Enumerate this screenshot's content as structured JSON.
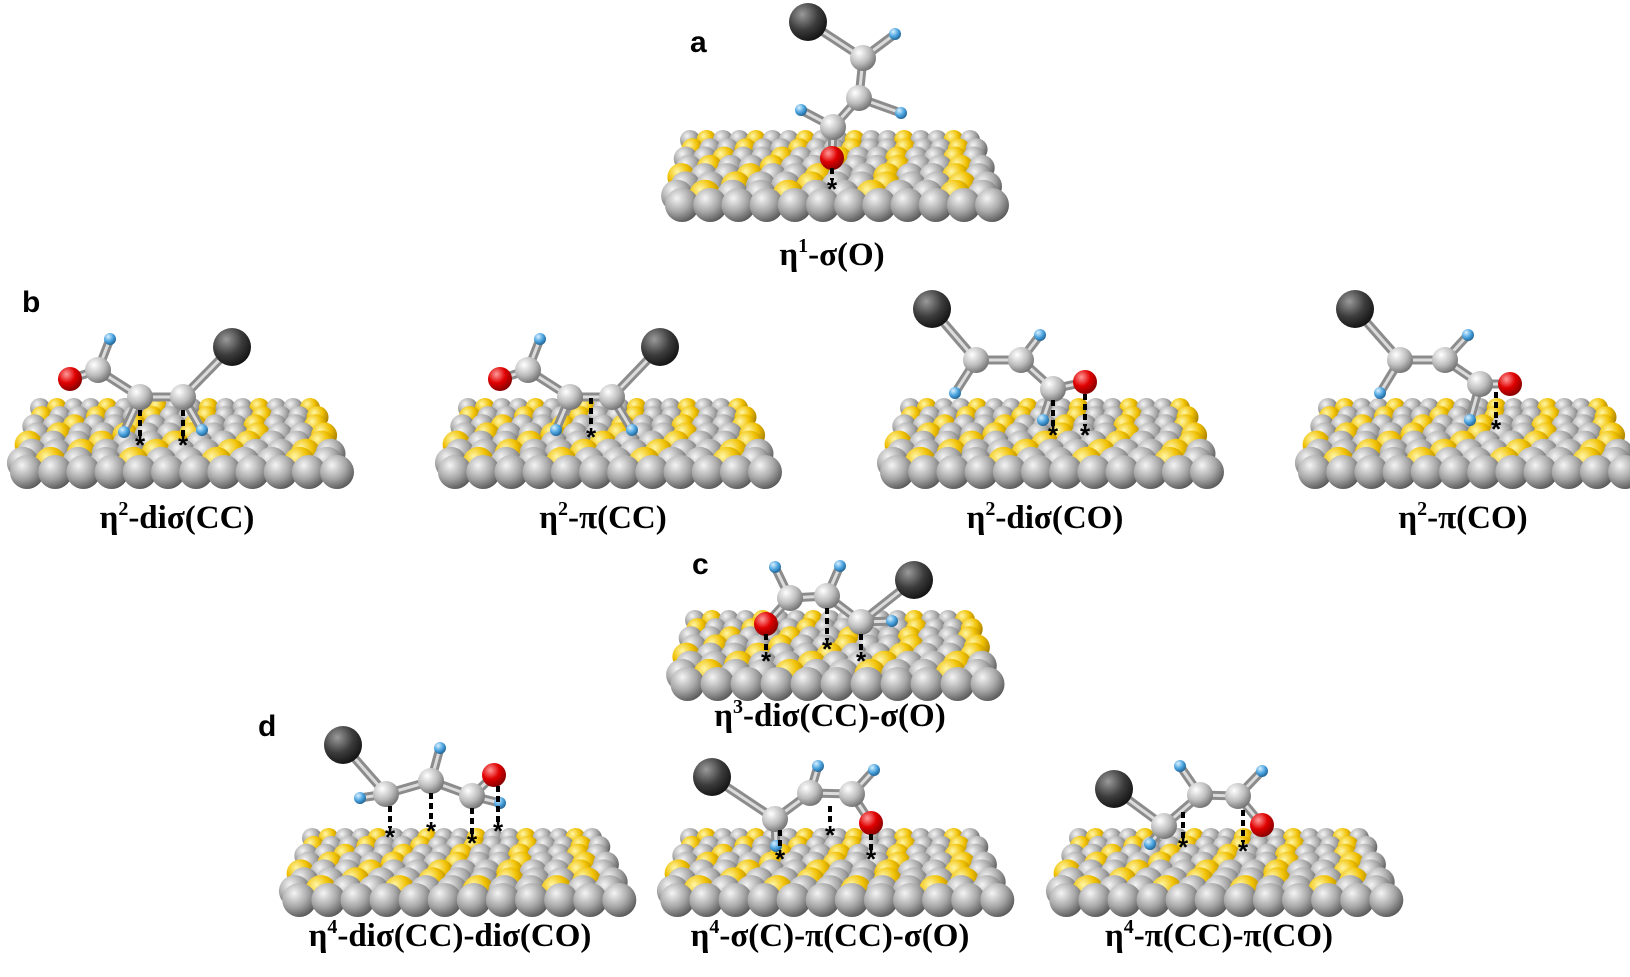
{
  "figure": {
    "panels": {
      "a": "a",
      "b": "b",
      "c": "c",
      "d": "d"
    },
    "structures": [
      {
        "id": "s-a",
        "eta": "η",
        "n": "1",
        "rest": "-σ(O)"
      },
      {
        "id": "s-b1",
        "eta": "η",
        "n": "2",
        "rest": "-diσ(CC)"
      },
      {
        "id": "s-b2",
        "eta": "η",
        "n": "2",
        "rest": "-π(CC)"
      },
      {
        "id": "s-b3",
        "eta": "η",
        "n": "2",
        "rest": "-diσ(CO)"
      },
      {
        "id": "s-b4",
        "eta": "η",
        "n": "2",
        "rest": "-π(CO)"
      },
      {
        "id": "s-c",
        "eta": "η",
        "n": "3",
        "rest": "-diσ(CC)-σ(O)"
      },
      {
        "id": "s-d1",
        "eta": "η",
        "n": "4",
        "rest": "-diσ(CC)-diσ(CO)"
      },
      {
        "id": "s-d2",
        "eta": "η",
        "n": "4",
        "rest": "-σ(C)-π(CC)-σ(O)"
      },
      {
        "id": "s-d3",
        "eta": "η",
        "n": "4",
        "rest": "-π(CC)-π(CO)"
      }
    ],
    "site_marker": "*",
    "colors": {
      "surface_gray": "#9a9a9a",
      "surface_gold": "#e6b800",
      "carbon": "#b8b8b8",
      "oxygen": "#e00000",
      "hydrogen": "#4aa3df",
      "halogen": "#3c3c3c",
      "bond_line": "#000000"
    }
  }
}
